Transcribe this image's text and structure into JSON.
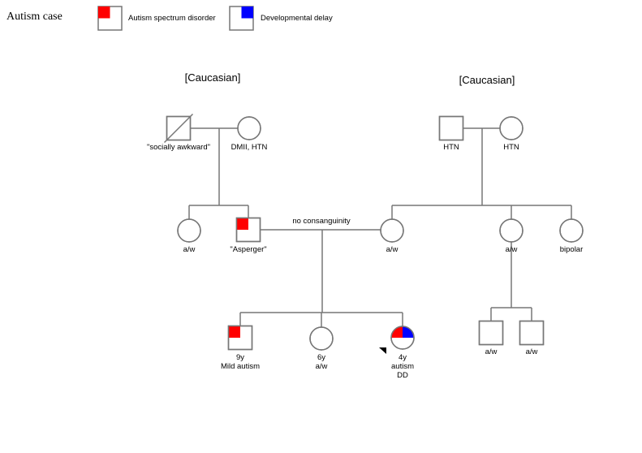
{
  "legend": {
    "title": "Autism case",
    "items": [
      {
        "label": "Autism spectrum disorder",
        "color": "#ff0000",
        "corner": "top-left"
      },
      {
        "label": "Developmental delay",
        "color": "#0000ff",
        "corner": "top-right"
      }
    ]
  },
  "ethnicity": {
    "left": "[Caucasian]",
    "right": "[Caucasian]"
  },
  "relationship_note": "no consanguinity",
  "individuals": {
    "pgf": {
      "sex": "male",
      "deceased": true,
      "lines": [
        "\"socially awkward\""
      ]
    },
    "pgm": {
      "sex": "female",
      "lines": [
        "DMII, HTN"
      ]
    },
    "mgf": {
      "sex": "male",
      "lines": [
        "HTN"
      ]
    },
    "mgm": {
      "sex": "female",
      "lines": [
        "HTN"
      ]
    },
    "paunt": {
      "sex": "female",
      "lines": [
        "a/w"
      ]
    },
    "father": {
      "sex": "male",
      "affected": [
        "asd"
      ],
      "lines": [
        "\"Asperger\""
      ]
    },
    "mother": {
      "sex": "female",
      "lines": [
        "a/w"
      ]
    },
    "maunt1": {
      "sex": "female",
      "lines": [
        "a/w"
      ]
    },
    "maunt2": {
      "sex": "female",
      "lines": [
        "bipolar"
      ]
    },
    "brother": {
      "sex": "male",
      "affected": [
        "asd"
      ],
      "lines": [
        "9y",
        "Mild autism"
      ]
    },
    "sister": {
      "sex": "female",
      "lines": [
        "6y",
        "a/w"
      ]
    },
    "proband": {
      "sex": "female",
      "proband": true,
      "affected": [
        "asd",
        "dd"
      ],
      "lines": [
        "4y",
        "autism",
        "DD"
      ]
    },
    "cousin1": {
      "sex": "male",
      "lines": [
        "a/w"
      ]
    },
    "cousin2": {
      "sex": "male",
      "lines": [
        "a/w"
      ]
    }
  }
}
